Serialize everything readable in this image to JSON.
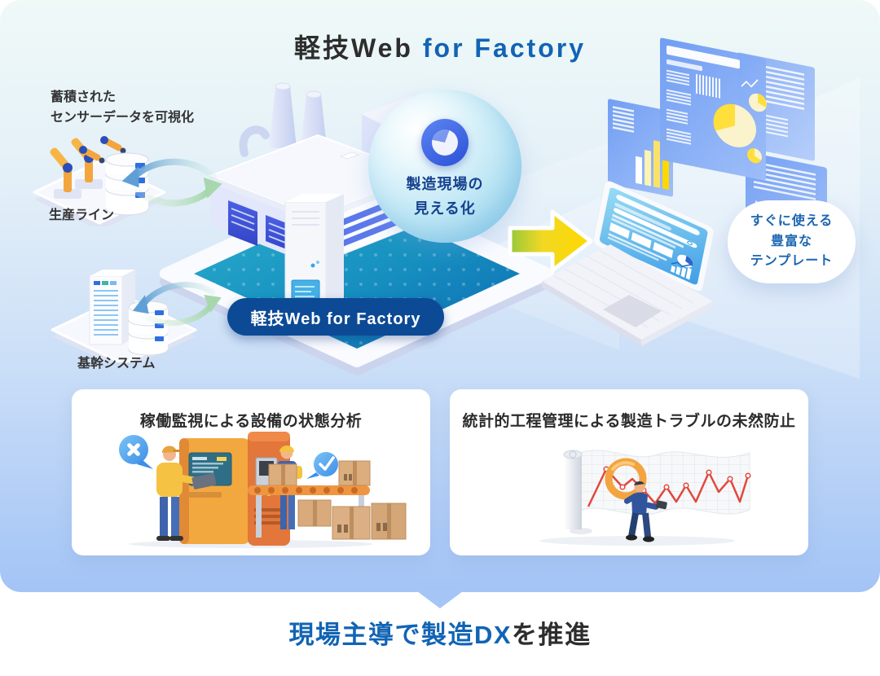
{
  "title": {
    "brand": "軽技Web",
    "suffix": " for Factory"
  },
  "diagram": {
    "sensor_note_line1": "蓄積された",
    "sensor_note_line2": "センサーデータを可視化",
    "production_line_label": "生産ライン",
    "core_system_label": "基幹システム",
    "sphere_line1": "製造現場の",
    "sphere_line2": "見える化",
    "badge_label": "軽技Web for Factory",
    "template_line1": "すぐに使える",
    "template_line2": "豊富な",
    "template_line3": "テンプレート"
  },
  "cards": {
    "left_title": "稼働監視による設備の状態分析",
    "right_title": "統計的工程管理による製造トラブルの未然防止"
  },
  "footer": {
    "highlight": "現場主導で製造DX",
    "rest": "を推進"
  },
  "colors": {
    "accent_blue": "#1164b4",
    "badge_bg": "#0c4a96",
    "dark_text": "#2d2d2d",
    "tablet_teal": "#1593bb",
    "arrow_yellow": "#ffd800",
    "bg_top": "#eff9f8",
    "bg_bottom": "#a3c4f6"
  }
}
